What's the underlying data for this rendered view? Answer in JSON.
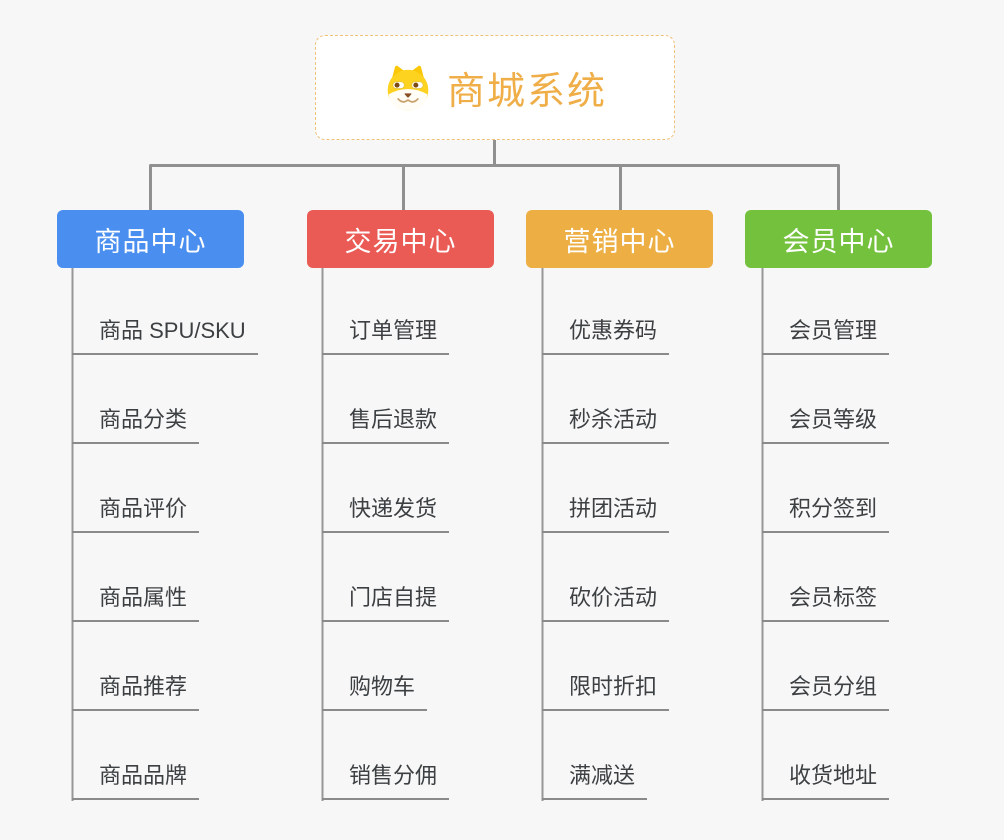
{
  "root": {
    "title": "商城系统",
    "icon": "shiba-dog-icon"
  },
  "branches": [
    {
      "label": "商品中心",
      "color": "#4a8ff0",
      "children": [
        "商品 SPU/SKU",
        "商品分类",
        "商品评价",
        "商品属性",
        "商品推荐",
        "商品品牌"
      ]
    },
    {
      "label": "交易中心",
      "color": "#ea5b55",
      "children": [
        "订单管理",
        "售后退款",
        "快递发货",
        "门店自提",
        "购物车",
        "销售分佣"
      ]
    },
    {
      "label": "营销中心",
      "color": "#edaf44",
      "children": [
        "优惠券码",
        "秒杀活动",
        "拼团活动",
        "砍价活动",
        "限时折扣",
        "满减送"
      ]
    },
    {
      "label": "会员中心",
      "color": "#73c13d",
      "children": [
        "会员管理",
        "会员等级",
        "积分签到",
        "会员标签",
        "会员分组",
        "收货地址"
      ]
    }
  ],
  "colors": {
    "background": "#f7f7f7",
    "root_text": "#efae47",
    "root_border": "#f0c176",
    "connector": "#909090",
    "leaf_text": "#3d4043",
    "leaf_underline": "#8a8a8a"
  }
}
